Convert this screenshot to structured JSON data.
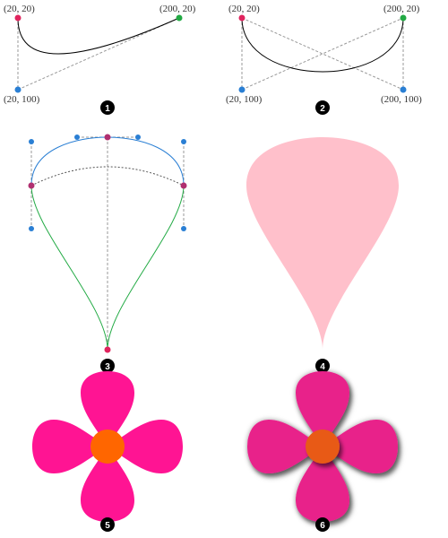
{
  "panel1": {
    "labels": {
      "start": "(20, 20)",
      "end": "(200, 20)",
      "control": "(20, 100)"
    },
    "badge": "1"
  },
  "panel2": {
    "labels": {
      "start": "(20, 20)",
      "end": "(200, 20)",
      "control1": "(20, 100)",
      "control2": "(200, 100)"
    },
    "badge": "2"
  },
  "panel3": {
    "badge": "3"
  },
  "panel4": {
    "badge": "4"
  },
  "panel5": {
    "badge": "5"
  },
  "panel6": {
    "badge": "6"
  },
  "colors": {
    "start_point": "#e0245e",
    "end_point": "#22aa44",
    "control_point": "#2a7fd4",
    "guide_line": "#999999",
    "curve": "#000000",
    "upper_curve": "#2a7fd4",
    "lower_curve": "#22aa44",
    "anchor_point": "#b03070",
    "petal_pink": "#ffc0cb",
    "flower_magenta": "#ff1493",
    "flower_center": "#ff6600",
    "flower_shadowed": "#e8208a",
    "center_shadowed": "#e85a14",
    "badge_fill": "#000000"
  }
}
